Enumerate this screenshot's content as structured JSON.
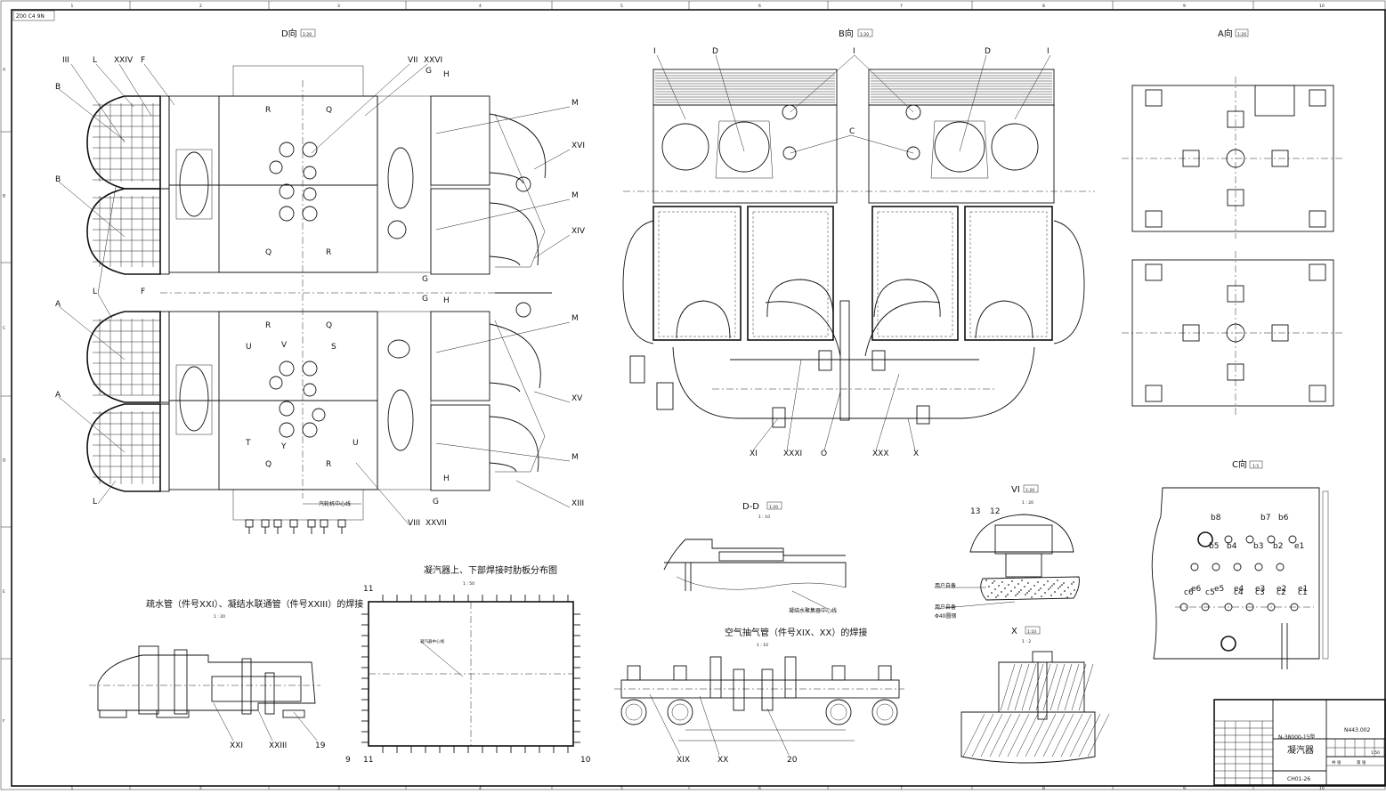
{
  "sheet": {
    "top_left_code": "Z00 C4 9N",
    "col_numbers": [
      "1",
      "2",
      "3",
      "4",
      "5",
      "6",
      "7",
      "8",
      "9",
      "10"
    ],
    "row_letters": [
      "A",
      "B",
      "C",
      "D",
      "E",
      "F"
    ]
  },
  "views": {
    "d_view": {
      "title": "D向",
      "scale": "1:20"
    },
    "b_view": {
      "title": "B向",
      "scale": "1:20"
    },
    "a_view": {
      "title": "A向",
      "scale": "1:20"
    },
    "c_view": {
      "title": "C向",
      "scale": "1:5"
    },
    "dd_section": {
      "title": "D-D",
      "scale": "1:20",
      "sub": "1 : 10"
    },
    "vi_detail": {
      "title": "VI",
      "scale": "1:20",
      "sub": "1 : 20"
    },
    "x_detail": {
      "title": "X",
      "scale": "1:10",
      "sub": "1 : 2"
    },
    "rib_layout": {
      "title": "凝汽器上、下部焊接时肋板分布图",
      "sub": "1 : 50"
    },
    "drain_weld": {
      "title": "疏水管（件号XXI）、凝结水联通管（件号XXIII）的焊接",
      "sub": "1 : 20"
    },
    "air_weld": {
      "title": "空气抽气管（件号XIX、XX）的焊接",
      "sub": "1 : 10"
    }
  },
  "labels": {
    "turbine_centerline": "汽轮机中心线",
    "condenser_centerline": "凝汽器中心线",
    "hotwell_centerline": "凝结水聚集器中心线",
    "user_provided_1": "用户自备",
    "user_provided_2": "用户自备",
    "steel_bar": "Φ40圆钢",
    "d_tags": [
      "III",
      "L",
      "XXIV",
      "F",
      "B",
      "B",
      "L",
      "F",
      "A",
      "A",
      "L",
      "VII",
      "XXVI",
      "G",
      "H",
      "R",
      "Q",
      "Q",
      "R",
      "R",
      "Q",
      "U",
      "V",
      "S",
      "T",
      "Y",
      "U",
      "Q",
      "R",
      "M",
      "XVI",
      "M",
      "XIV",
      "M",
      "XV",
      "M",
      "XIII",
      "G",
      "H",
      "G",
      "H",
      "G",
      "VIII",
      "XXVII"
    ],
    "b_tags": [
      "I",
      "D",
      "I",
      "D",
      "I",
      "C",
      "XI",
      "XXXI",
      "O",
      "XXX",
      "X"
    ],
    "c_tags": [
      "b8",
      "b7",
      "b6",
      "b5",
      "b4",
      "b3",
      "b2",
      "e1",
      "e6",
      "e5",
      "e4",
      "e3",
      "e2",
      "e1",
      "c6",
      "c5",
      "c4",
      "c3",
      "c2",
      "c1"
    ],
    "vi_tags": [
      "13",
      "12"
    ],
    "rib_tags": [
      "11",
      "9",
      "11",
      "10"
    ],
    "drain_tags": [
      "XXI",
      "XXIII",
      "19"
    ],
    "air_tags": [
      "XIX",
      "XX",
      "20"
    ]
  },
  "title_block": {
    "drawing_no": "N443.002",
    "model": "N-38000-15型",
    "name": "凝汽器",
    "sheet_code": "CH01-26",
    "scale": "1:50",
    "sheets": "共  张",
    "sheet_of": "第  张"
  }
}
